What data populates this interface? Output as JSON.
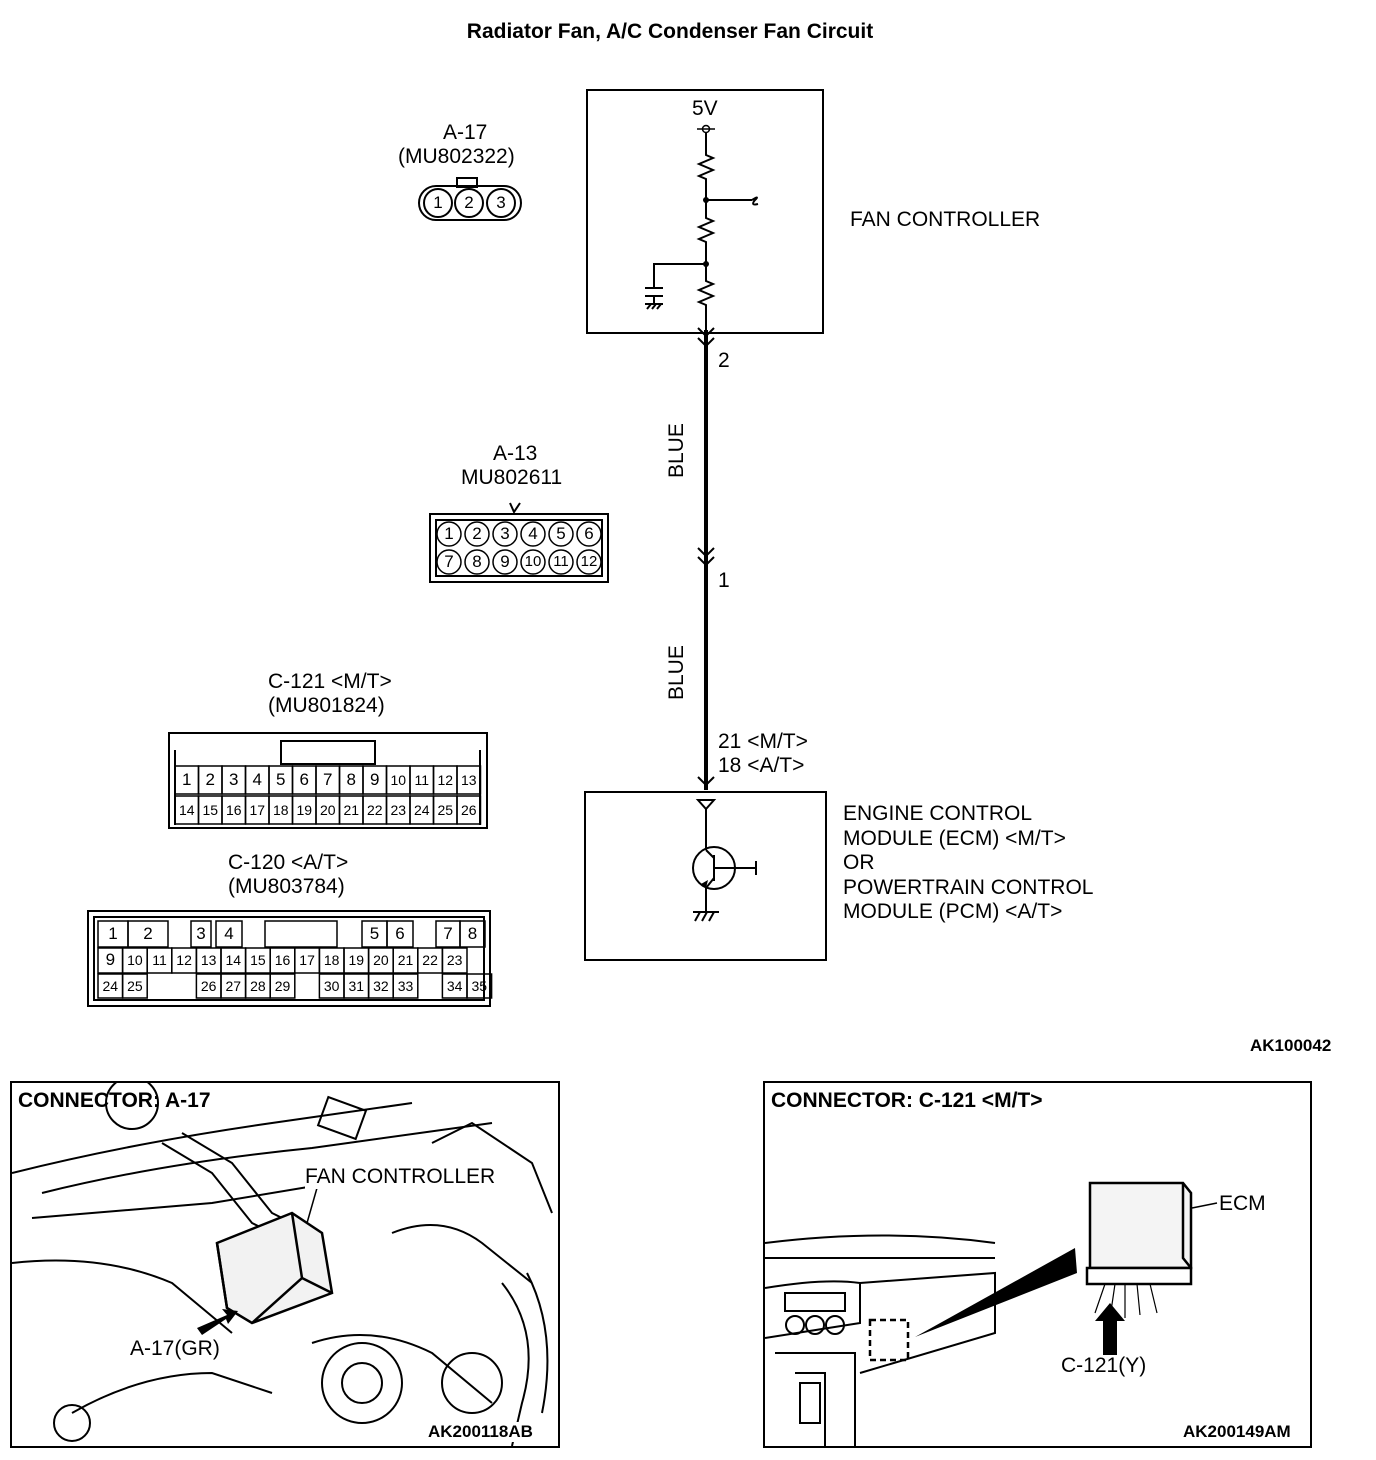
{
  "title": "Radiator Fan, A/C Condenser Fan Circuit",
  "connectors": {
    "a17": {
      "name": "A-17",
      "part": "(MU802322)",
      "pins": [
        "1",
        "2",
        "3"
      ]
    },
    "a13": {
      "name": "A-13",
      "part": "MU802611",
      "pins": [
        "1",
        "2",
        "3",
        "4",
        "5",
        "6",
        "7",
        "8",
        "9",
        "10",
        "11",
        "12"
      ]
    },
    "c121": {
      "name": "C-121 <M/T>",
      "part": "(MU801824)",
      "row1": [
        "1",
        "2",
        "3",
        "4",
        "5",
        "6",
        "7",
        "8",
        "9",
        "10",
        "11",
        "12",
        "13"
      ],
      "row2": [
        "14",
        "15",
        "16",
        "17",
        "18",
        "19",
        "20",
        "21",
        "22",
        "23",
        "24",
        "25",
        "26"
      ]
    },
    "c120": {
      "name": "C-120 <A/T>",
      "part": "(MU803784)",
      "row1": [
        "1",
        "2",
        "3",
        "4",
        "5",
        "6",
        "7",
        "8"
      ],
      "row2": [
        "9",
        "10",
        "11",
        "12",
        "13",
        "14",
        "15",
        "16",
        "17",
        "18",
        "19",
        "20",
        "21",
        "22",
        "23"
      ],
      "row3": [
        "24",
        "25",
        "26",
        "27",
        "28",
        "29",
        "30",
        "31",
        "32",
        "33",
        "34",
        "35"
      ]
    }
  },
  "fan_controller": {
    "label": "FAN CONTROLLER",
    "supply": "5V"
  },
  "wires": {
    "pin_top": "2",
    "pin_mid": "1",
    "color_upper": "BLUE",
    "color_lower": "BLUE",
    "pin_mt": "21 <M/T>",
    "pin_at": "18 <A/T>"
  },
  "ecm": {
    "line1": "ENGINE CONTROL",
    "line2": "MODULE (ECM) <M/T>",
    "line3": "OR",
    "line4": "POWERTRAIN CONTROL",
    "line5": "MODULE (PCM) <A/T>"
  },
  "diagram_code": "AK100042",
  "panel_left": {
    "title": "CONNECTOR: A-17",
    "callout_fan": "FAN CONTROLLER",
    "callout_conn": "A-17(GR)",
    "code": "AK200118AB"
  },
  "panel_right": {
    "title": "CONNECTOR: C-121 <M/T>",
    "callout_ecm": "ECM",
    "callout_conn": "C-121(Y)",
    "code": "AK200149AM"
  }
}
